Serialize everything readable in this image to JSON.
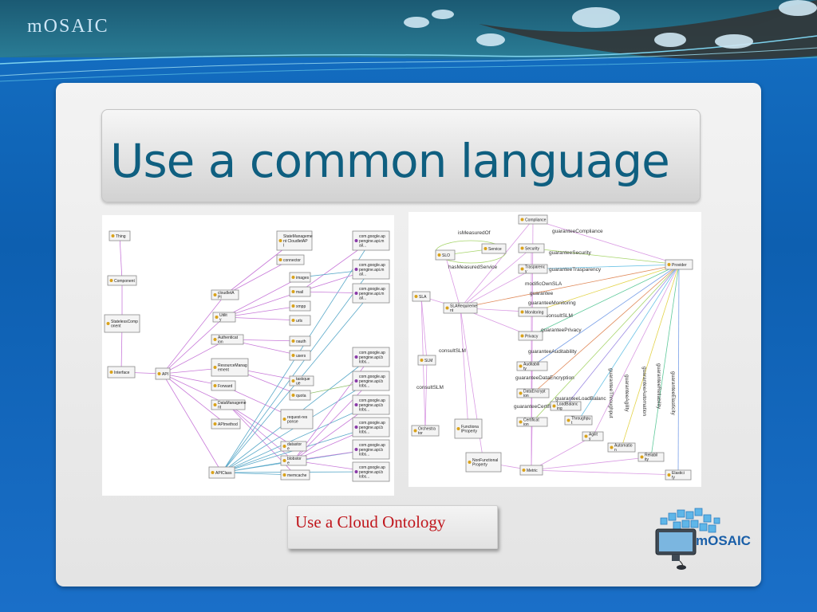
{
  "header": {
    "brand": "mOSAIC"
  },
  "slide": {
    "title": "Use a common language",
    "caption": "Use a Cloud Ontology",
    "logo_text": "mOSAIC"
  },
  "left_graph": {
    "nodes": [
      {
        "id": "thing",
        "label": "Thing"
      },
      {
        "id": "component",
        "label": "Component"
      },
      {
        "id": "stateless",
        "label": "StatelessComponent"
      },
      {
        "id": "interface",
        "label": "Interface"
      },
      {
        "id": "api",
        "label": "API"
      },
      {
        "id": "cloudletapi",
        "label": "cloudletAPI"
      },
      {
        "id": "utility",
        "label": "Utility"
      },
      {
        "id": "authentication",
        "label": "Authentication"
      },
      {
        "id": "resourcemgmt",
        "label": "ResourceManagement"
      },
      {
        "id": "forward",
        "label": "Forward"
      },
      {
        "id": "datamanagement",
        "label": "DataManagement"
      },
      {
        "id": "apimethod",
        "label": "APImethod"
      },
      {
        "id": "apiclass",
        "label": "APIClass"
      },
      {
        "id": "statemgmt",
        "label": "StateManagement CloudletAPI"
      },
      {
        "id": "connector",
        "label": "connector"
      },
      {
        "id": "images",
        "label": "images"
      },
      {
        "id": "mail",
        "label": "mail"
      },
      {
        "id": "xmpp",
        "label": "xmpp"
      },
      {
        "id": "urls",
        "label": "urls"
      },
      {
        "id": "oauth",
        "label": "oauth"
      },
      {
        "id": "users",
        "label": "users"
      },
      {
        "id": "taskqueue",
        "label": "taskqueue"
      },
      {
        "id": "quota",
        "label": "quota"
      },
      {
        "id": "requestresponse",
        "label": "request-response"
      },
      {
        "id": "datastore",
        "label": "datastore"
      },
      {
        "id": "blobstore",
        "label": "blobstore"
      },
      {
        "id": "memcache",
        "label": "memcache"
      },
      {
        "id": "gae1",
        "label": "com.google.appengine.api.mail..."
      },
      {
        "id": "gae2",
        "label": "com.google.appengine.api.mail..."
      },
      {
        "id": "gae3",
        "label": "com.google.appengine.api.mail..."
      },
      {
        "id": "gae4",
        "label": "com.google.appengine.api.blobs..."
      },
      {
        "id": "gae5",
        "label": "com.google.appengine.api.blobs..."
      },
      {
        "id": "gae6",
        "label": "com.google.appengine.api.blobs..."
      },
      {
        "id": "gae7",
        "label": "com.google.appengine.api.blobs..."
      },
      {
        "id": "gae8",
        "label": "com.google.appengine.api.blobs..."
      },
      {
        "id": "gae9",
        "label": "com.google.appengine.api.blobs..."
      }
    ]
  },
  "right_graph": {
    "nodes": [
      {
        "id": "compliance",
        "label": "Compliance"
      },
      {
        "id": "security",
        "label": "Security"
      },
      {
        "id": "transparency",
        "label": "Trasparency"
      },
      {
        "id": "provider",
        "label": "Provider"
      },
      {
        "id": "slo",
        "label": "SLO"
      },
      {
        "id": "service",
        "label": "Service"
      },
      {
        "id": "sla",
        "label": "SLA"
      },
      {
        "id": "slarequirement",
        "label": "SLARequirement"
      },
      {
        "id": "monitoring",
        "label": "Monitoring"
      },
      {
        "id": "privacy",
        "label": "Privacy"
      },
      {
        "id": "slm",
        "label": "SLM"
      },
      {
        "id": "auditability",
        "label": "Auditability"
      },
      {
        "id": "dataencryption",
        "label": "DataEncryption"
      },
      {
        "id": "loadbalancing",
        "label": "LoadBalancing"
      },
      {
        "id": "orchestrator",
        "label": "Orchestrator"
      },
      {
        "id": "functionalprop",
        "label": "FunctionalProperty"
      },
      {
        "id": "certification",
        "label": "Certification"
      },
      {
        "id": "throughput",
        "label": "Throughput"
      },
      {
        "id": "agility",
        "label": "Agility"
      },
      {
        "id": "automation",
        "label": "Automation"
      },
      {
        "id": "reliability",
        "label": "Reliability"
      },
      {
        "id": "nonfunctionalprop",
        "label": "NonFunctionalProperty"
      },
      {
        "id": "metric",
        "label": "Metric"
      },
      {
        "id": "elasticity",
        "label": "Elasticity"
      }
    ],
    "edge_labels": [
      "isMeasuredOf",
      "hasMeasuredService",
      "guaranteeCompliance",
      "guaranteeSecurity",
      "guaranteeTrasparency",
      "modificOwnSLA",
      "guarantee",
      "guaranteeMonitoring",
      "consultSLM",
      "guaranteePrivacy",
      "guaranteeAuditability",
      "guaranteeDataEncryption",
      "guaranteeLoadBalanc",
      "guaranteeCertification",
      "guaranteeElasticity",
      "guaranteeReliability",
      "guaranteeAutomation",
      "guaranteeAgility",
      "guaranteeThroughput",
      "consultSLM",
      "consultSLM"
    ]
  }
}
